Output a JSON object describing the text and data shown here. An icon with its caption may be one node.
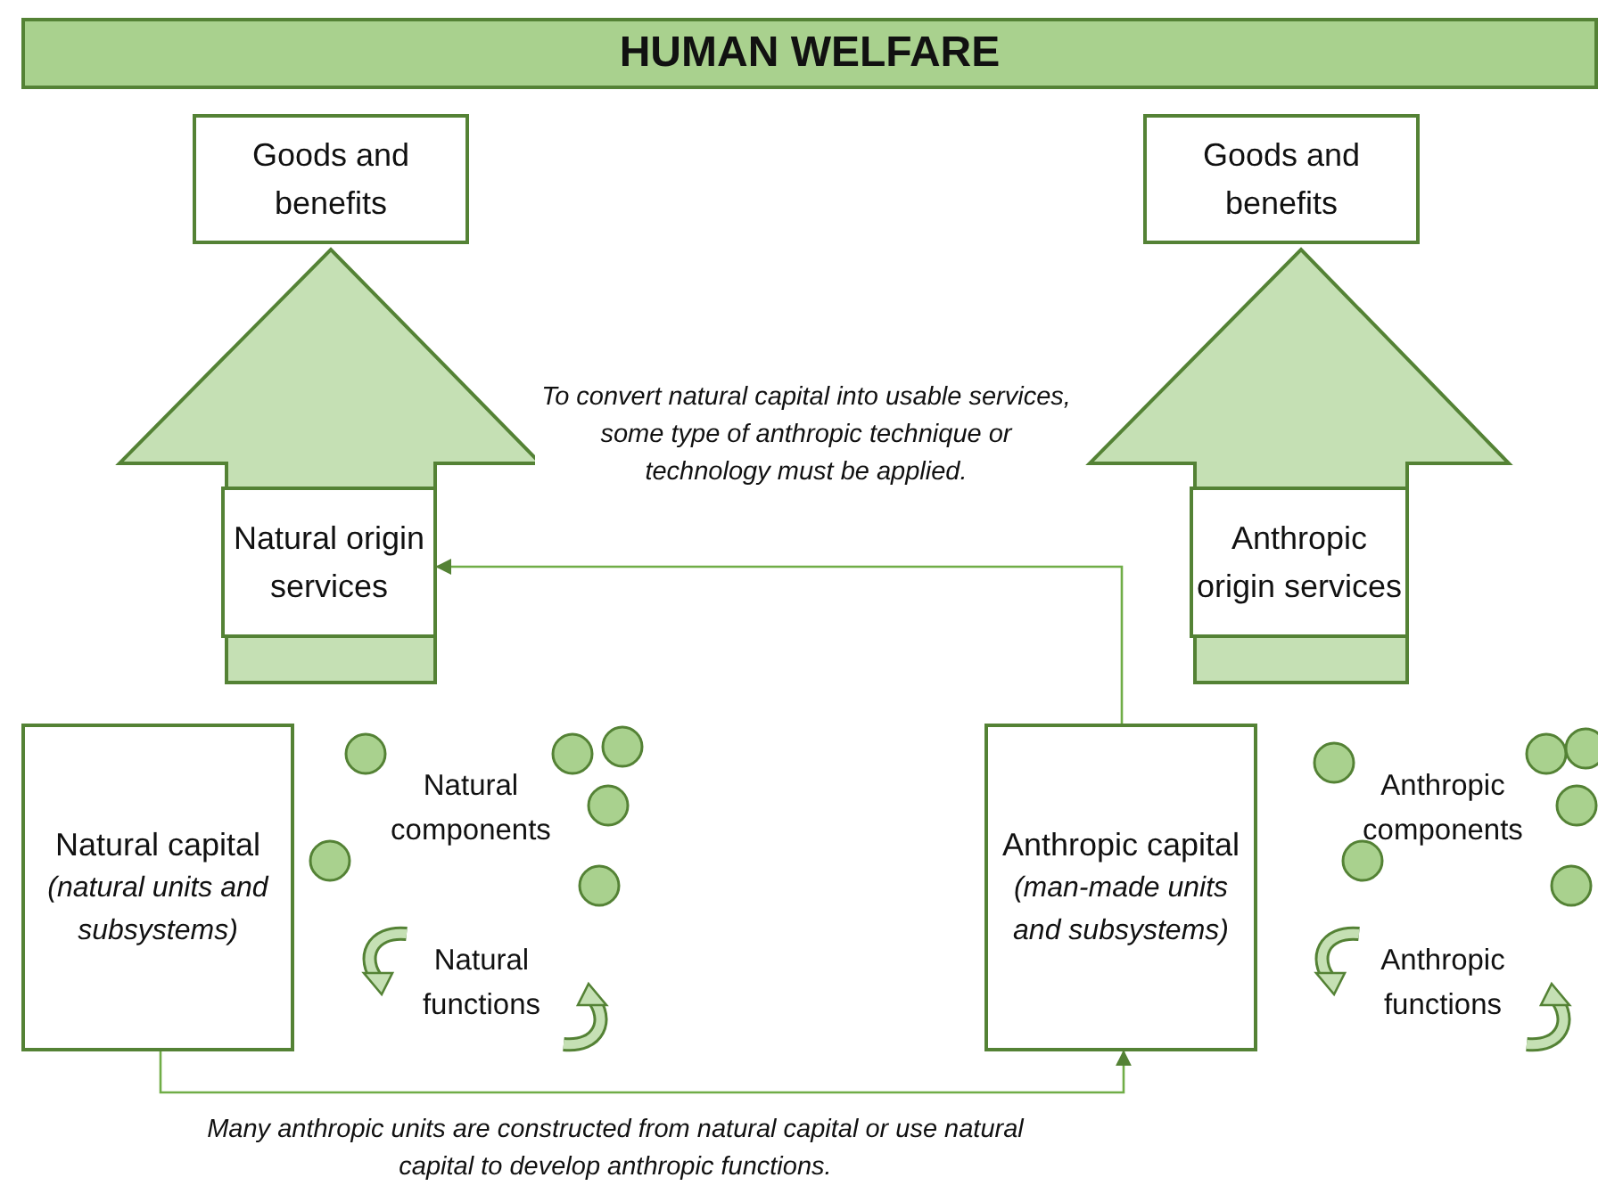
{
  "diagram": {
    "nodes": [
      {
        "text": [
          "HUMAN WELFARE"
        ]
      },
      {
        "text": [
          "Goods and benefits"
        ]
      },
      {
        "text": [
          "Goods and benefits"
        ]
      },
      {
        "text": [
          "Natural origin services"
        ]
      },
      {
        "text": [
          "Anthropic origin services"
        ]
      },
      {
        "text": [
          "Natural capital",
          "(natural units and subsystems)"
        ]
      },
      {
        "text": [
          "Anthropic capital",
          "(man-made units and subsystems)"
        ]
      }
    ],
    "edges": [
      {
        "from": 3,
        "to": 1,
        "arrow": "to",
        "style": "thick"
      },
      {
        "from": 4,
        "to": 2,
        "arrow": "to",
        "style": "thick"
      },
      {
        "from": 6,
        "to": 3,
        "arrow": "to",
        "label": "To convert natural capital into usable services, some type of anthropic technique or technology must be applied."
      },
      {
        "from": 5,
        "to": 6,
        "arrow": "to",
        "label": "Many anthropic units are constructed from natural capital or use natural capital to develop anthropic functions."
      }
    ],
    "labels": [
      "Natural components",
      "Natural functions",
      "Anthropic components",
      "Anthropic functions"
    ]
  }
}
